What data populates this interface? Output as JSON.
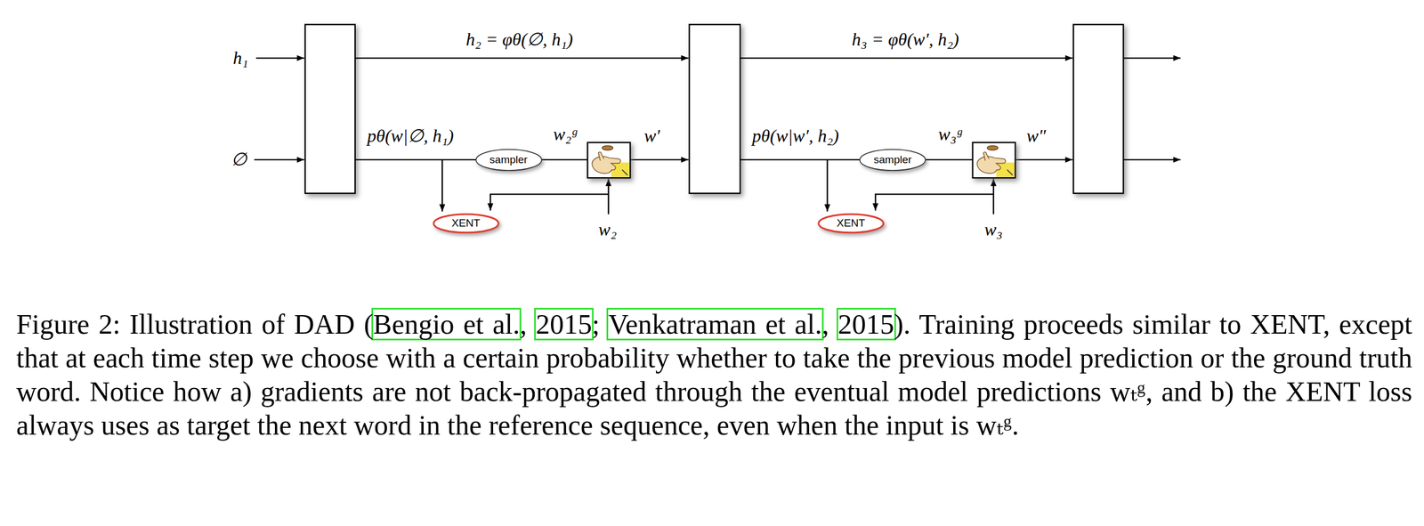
{
  "diagram": {
    "caption": "Figure 2: Illustration of DAD (Bengio et al., 2015; Venkatraman et al., 2015). Training proceeds similar to XENT, except that at each time step we choose with a certain probability whether to take the previous model prediction or the ground truth word. Notice how a) gradients are not back-propagated through the eventual model predictions wₜᵍ, and b) the XENT loss always uses as target the next word in the reference sequence, even when the input is wₜᵍ.",
    "nodes": [
      {
        "text": [
          "sampler"
        ]
      },
      {
        "text": [
          "XENT"
        ]
      },
      {
        "text": [
          "sampler"
        ]
      },
      {
        "text": [
          "XENT"
        ]
      }
    ],
    "labels": [
      "h₁",
      "∅",
      "h₂ = φθ(∅, h₁)",
      "h₃ = φθ(w′, h₂)",
      "pθ(w|∅, h₁)",
      "w₂ᵍ",
      "w′",
      "w₂",
      "pθ(w|w′, h₂)",
      "w₃ᵍ",
      "w″",
      "w₃"
    ]
  }
}
